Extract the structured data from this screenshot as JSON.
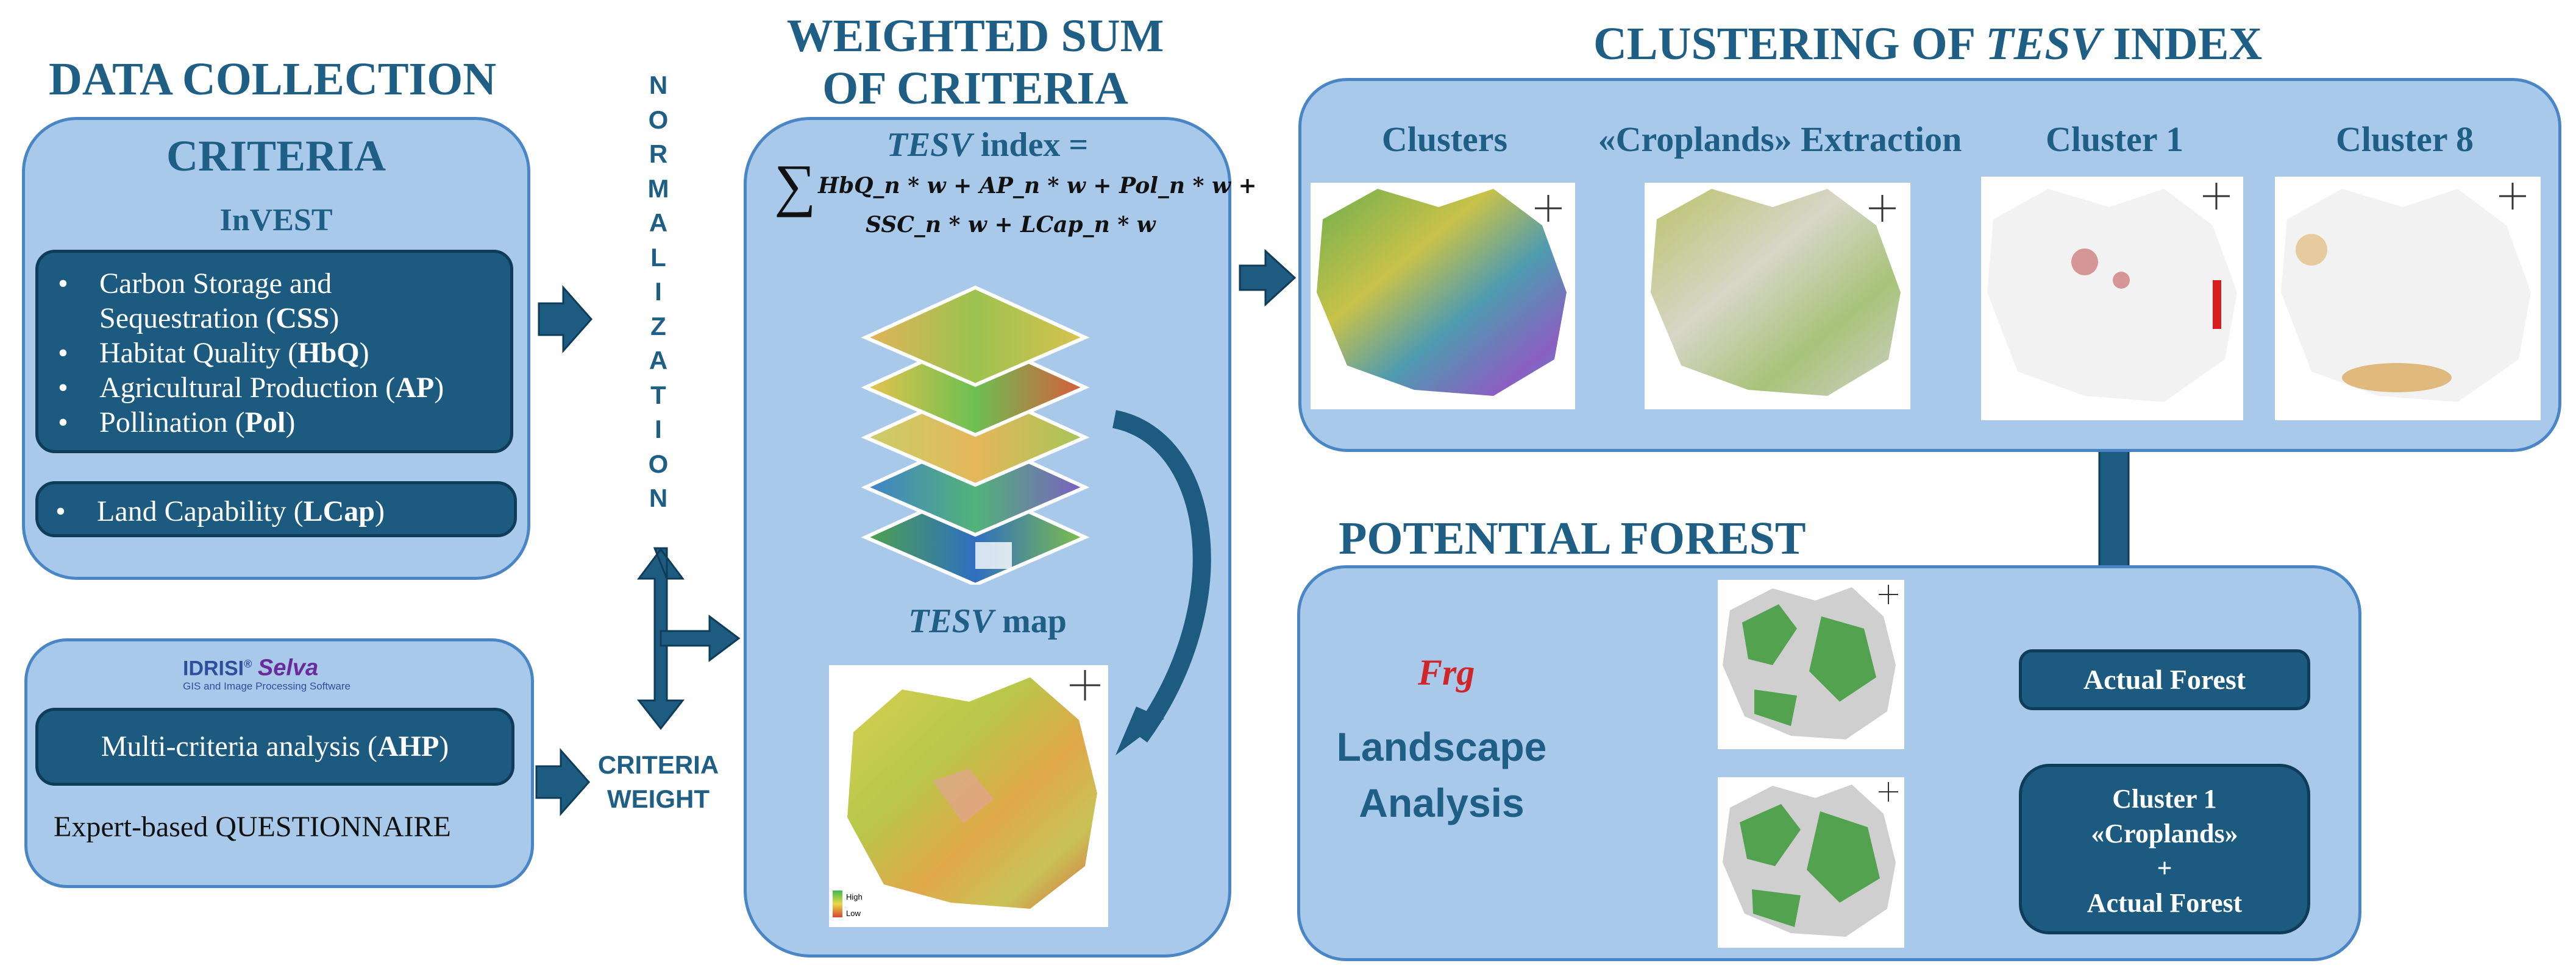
{
  "data_collection": {
    "heading": "DATA COLLECTION",
    "criteria_title": "CRITERIA",
    "invest_label": "InVEST",
    "invest_items": [
      {
        "text": "Carbon Storage and",
        "text2": "Sequestration (",
        "code": "CSS",
        "end": ")"
      },
      {
        "text": "Habitat Quality (",
        "code": "HbQ",
        "end": ")"
      },
      {
        "text": "Agricultural Production (",
        "code": "AP",
        "end": ")"
      },
      {
        "text": "Pollination (",
        "code": "Pol",
        "end": ")"
      }
    ],
    "land_capability": {
      "text": "Land Capability (",
      "code": "LCap",
      "end": ")"
    },
    "idrisi_logo": {
      "brand": "IDRISI",
      "reg": "®",
      "edition": "Selva",
      "tagline": "GIS and Image Processing Software"
    },
    "mca": {
      "text": "Multi-criteria analysis (",
      "code": "AHP",
      "end": ")"
    },
    "questionnaire": "Expert-based QUESTIONNAIRE"
  },
  "normalization": {
    "letters": [
      "N",
      "O",
      "R",
      "M",
      "A",
      "L",
      "I",
      "Z",
      "A",
      "T",
      "I",
      "O",
      "N"
    ]
  },
  "criteria_weight": {
    "line1": "CRITERIA",
    "line2": "WEIGHT"
  },
  "weighted_sum": {
    "heading_line1": "WEIGHTED SUM",
    "heading_line2": "OF CRITERIA",
    "index_italic": "TESV",
    "index_rest": " index =",
    "sigma": "∑",
    "formula_line1": "HbQ_n * w + AP_n * w + Pol_n * w +",
    "formula_line2": "SSC_n * w + LCap_n * w",
    "map_label_italic": "TESV",
    "map_label_rest": " map",
    "legend": {
      "high": "High",
      "low": "Low"
    }
  },
  "clustering": {
    "heading_pre": "CLUSTERING OF ",
    "heading_italic": "TESV",
    "heading_post": " INDEX",
    "labels": [
      "Clusters",
      "«Croplands» Extraction",
      "Cluster 1",
      "Cluster 8"
    ]
  },
  "potential_forest": {
    "heading": "POTENTIAL FOREST",
    "frag_logo": "Frg",
    "landscape_line1": "Landscape",
    "landscape_line2": "Analysis",
    "actual_forest": "Actual Forest",
    "cluster_box": [
      "Cluster 1",
      "«Croplands»",
      "+",
      "Actual Forest"
    ]
  },
  "colors": {
    "panel": "#a9c9ea",
    "panel_border": "#4a86c5",
    "dark_box": "#1c5a80",
    "heading": "#1f5f86",
    "arrow": "#1d5b80"
  }
}
